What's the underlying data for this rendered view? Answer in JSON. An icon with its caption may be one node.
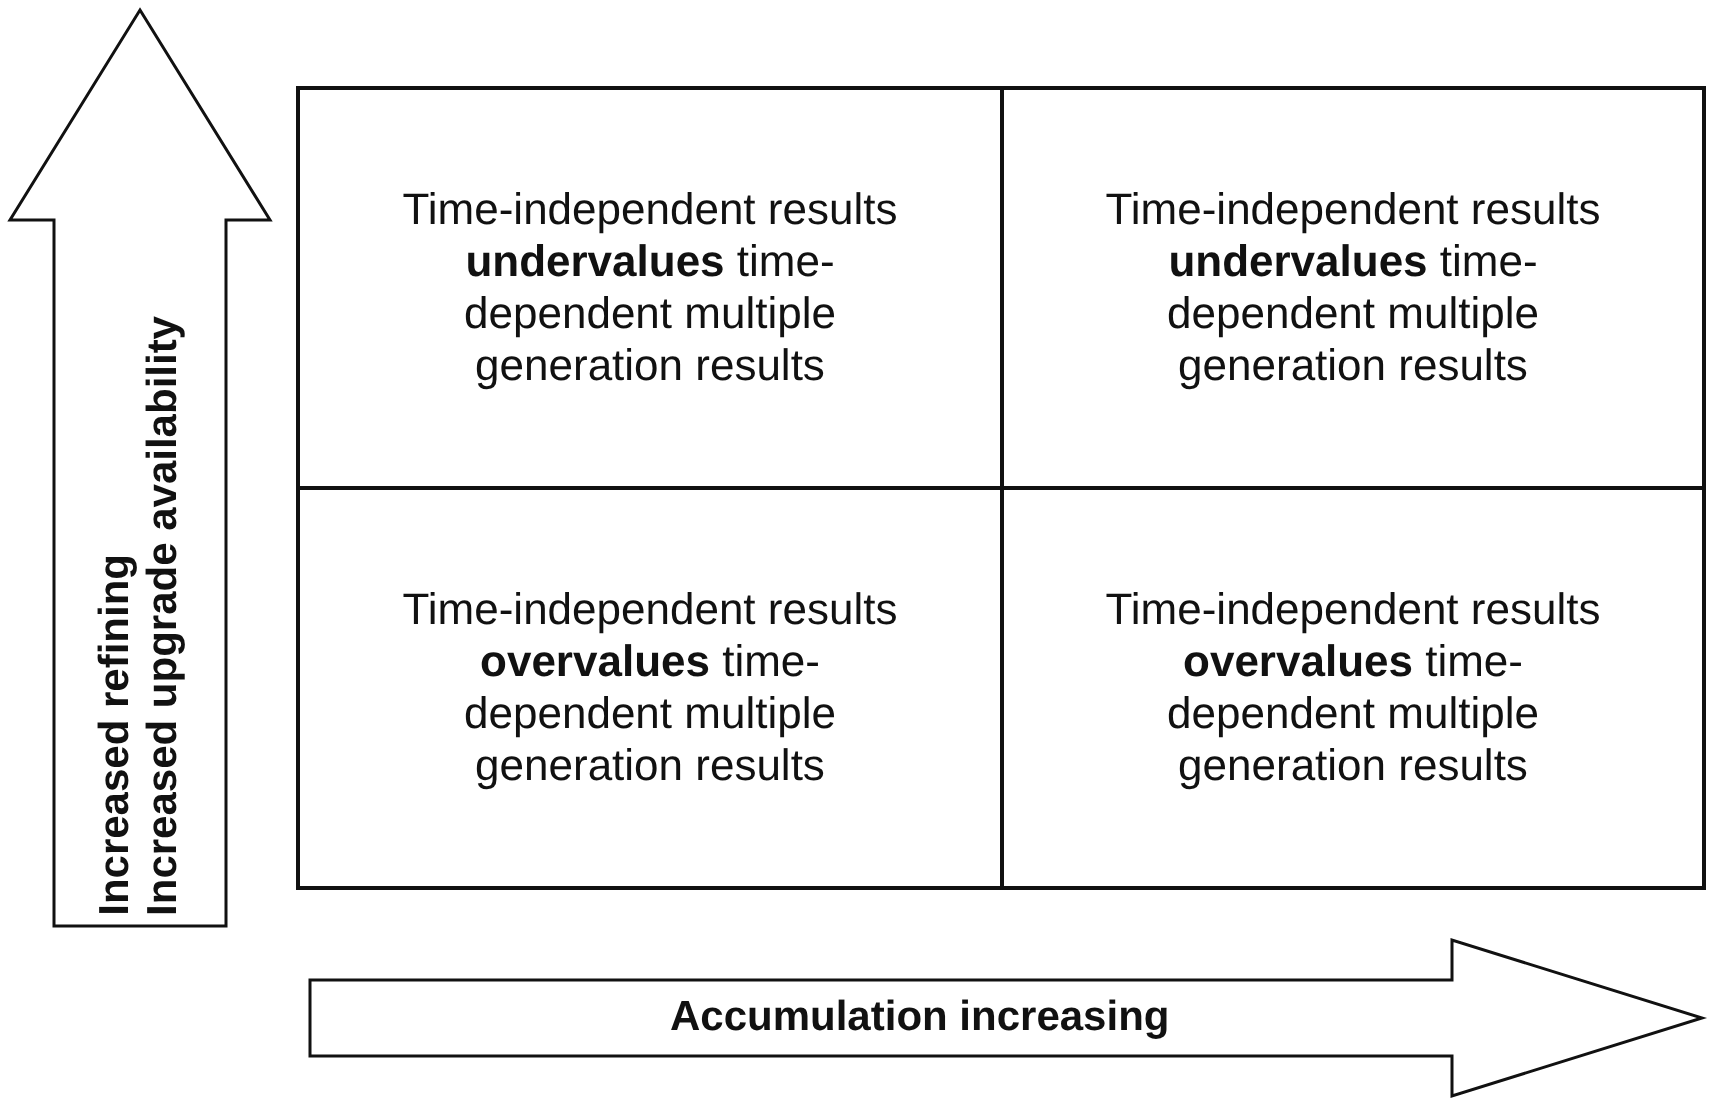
{
  "diagram": {
    "nodes": [
      {
        "text": [
          "Increased refining",
          "Increased upgrade availability"
        ]
      },
      {
        "text": [
          "Time-independent results **undervalues** time-dependent multiple generation results"
        ]
      },
      {
        "text": [
          "Time-independent results **undervalues** time-dependent multiple generation results"
        ]
      },
      {
        "text": [
          "Time-independent results **overvalues** time-dependent multiple generation results"
        ]
      },
      {
        "text": [
          "Time-independent results **overvalues** time-dependent multiple generation results"
        ]
      },
      {
        "text": [
          "Accumulation increasing"
        ]
      }
    ]
  }
}
